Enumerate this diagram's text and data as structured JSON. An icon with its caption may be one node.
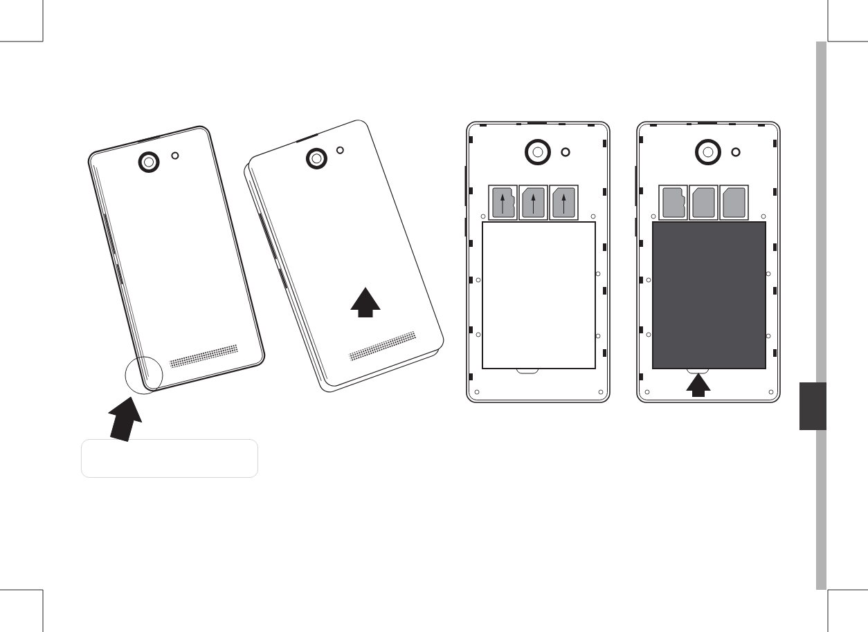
{
  "diagram": {
    "nodes": [
      {
        "text": [],
        "shape": "picture"
      },
      {
        "text": [],
        "shape": "picture"
      },
      {
        "text": [],
        "shape": "picture"
      },
      {
        "text": [],
        "shape": "picture"
      },
      {
        "text": [],
        "shape": "box"
      },
      {
        "text": [],
        "shape": "bar"
      }
    ],
    "edges": [
      {
        "from": 4,
        "to": 0,
        "arrow": "to"
      }
    ]
  }
}
